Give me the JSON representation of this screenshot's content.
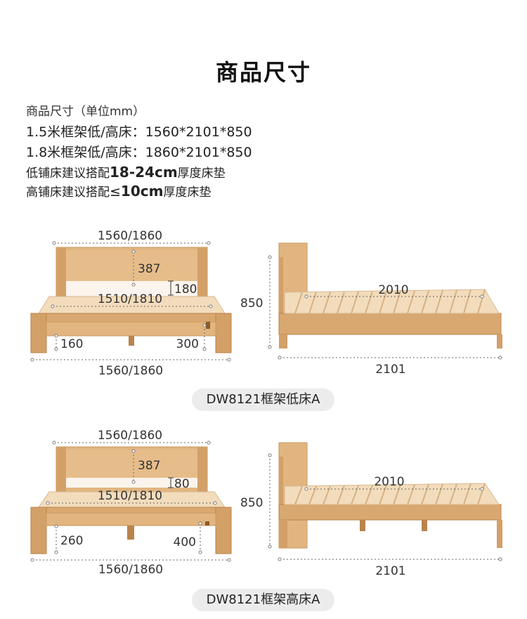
{
  "title": "商品尺寸",
  "specs": {
    "unit_line": "商品尺寸（单位mm）",
    "line1_label": "1.5米框架低/高床：",
    "line1_value": "1560*2101*850",
    "line2_label": "1.8米框架低/高床：",
    "line2_value": "1860*2101*850",
    "line3_pre": "低铺床建议搭配",
    "line3_big": "18-24cm",
    "line3_post": "厚度床垫",
    "line4_pre": "高铺床建议搭配",
    "line4_sym": "≤",
    "line4_big": "10cm",
    "line4_post": "厚度床垫"
  },
  "colors": {
    "wood_light": "#e2b580",
    "wood_mid": "#d3a068",
    "wood_dark": "#b9834c",
    "slat": "#f2dcbc",
    "pill_bg": "#ececec"
  },
  "low_bed": {
    "front": {
      "top_width": "1560/1860",
      "headboard_height": "387",
      "gap": "180",
      "inner_width": "1510/1810",
      "leg_left": "160",
      "leg_right": "300",
      "bottom_width": "1560/1860"
    },
    "side": {
      "height": "850",
      "inner_length": "2010",
      "length": "2101"
    },
    "caption": "DW8121框架低床A"
  },
  "high_bed": {
    "front": {
      "top_width": "1560/1860",
      "headboard_height": "387",
      "gap": "80",
      "inner_width": "1510/1810",
      "leg_left": "260",
      "leg_right": "400",
      "bottom_width": "1560/1860"
    },
    "side": {
      "height": "850",
      "inner_length": "2010",
      "length": "2101"
    },
    "caption": "DW8121框架高床A"
  }
}
